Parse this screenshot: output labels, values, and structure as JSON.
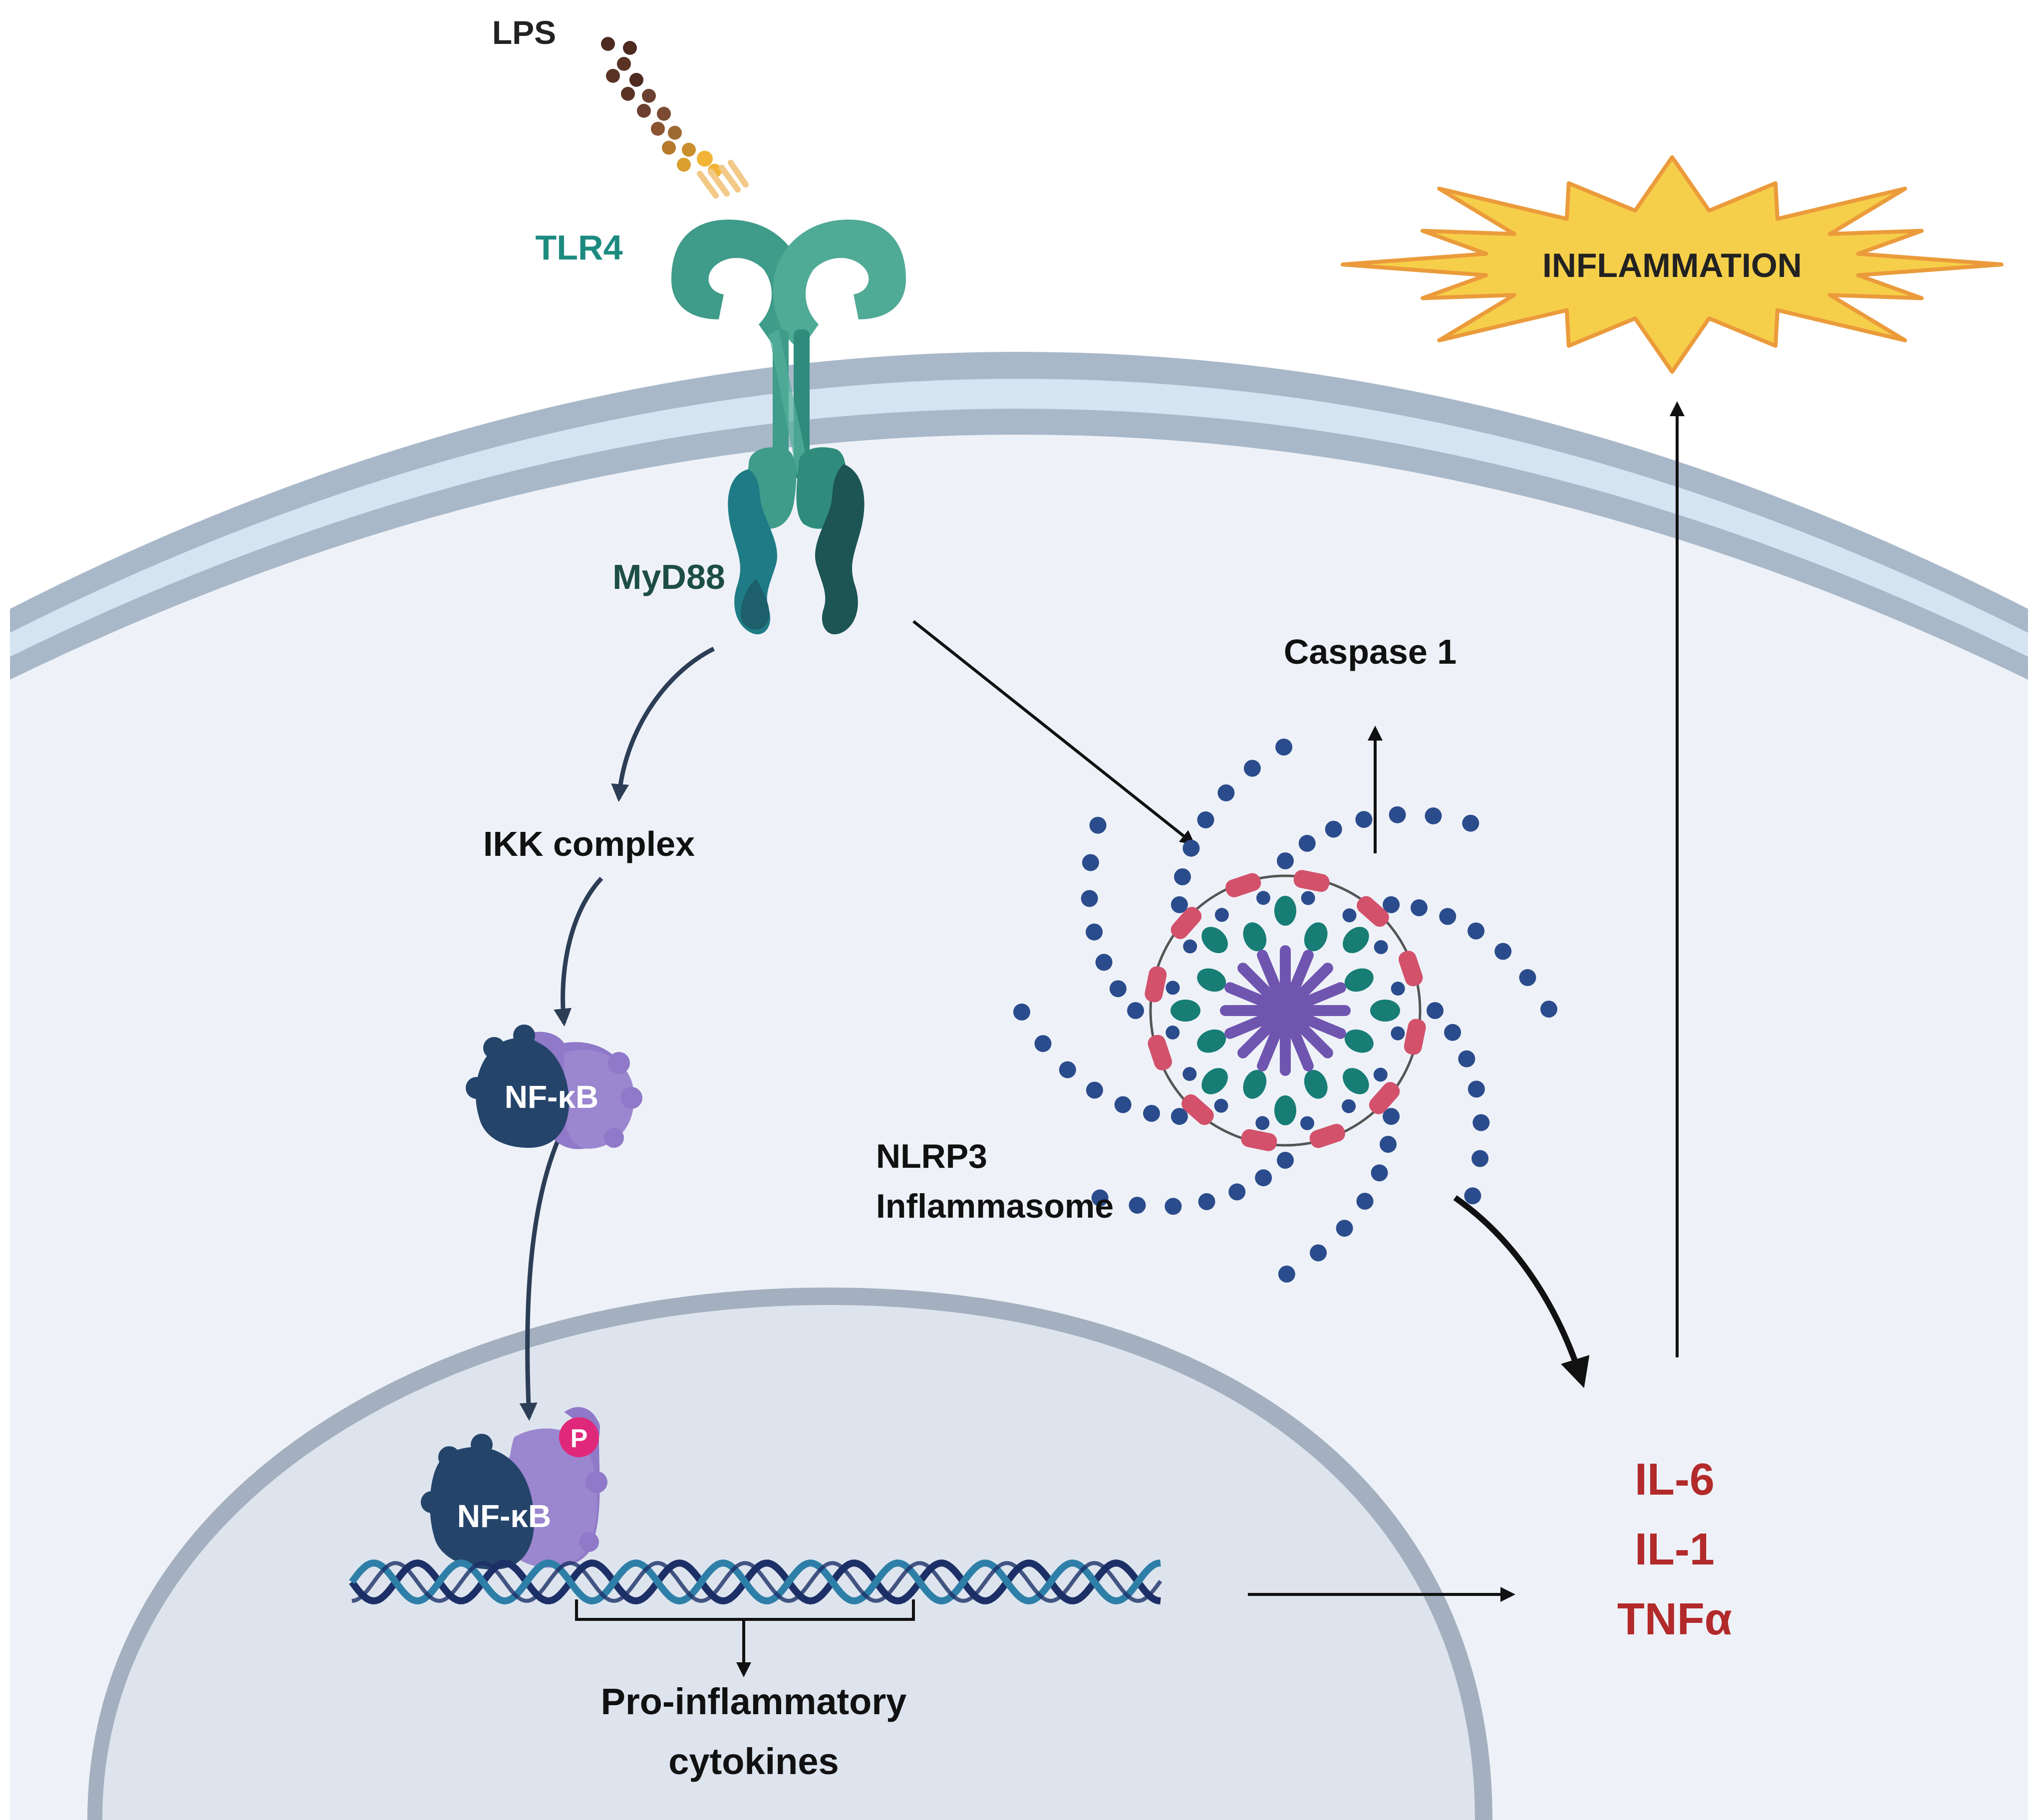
{
  "labels": {
    "lps": "LPS",
    "tlr4": "TLR4",
    "myd88": "MyD88",
    "ikk": "IKK complex",
    "nfkb_cyto": "NF-κB",
    "nfkb_nuc": "NF-κB",
    "phospho": "P",
    "caspase": "Caspase 1",
    "nlrp3_line1": "NLRP3",
    "nlrp3_line2": "Inflammasome",
    "inflammation": "INFLAMMATION",
    "procyto_line1": "Pro-inflammatory",
    "procyto_line2": "cytokines",
    "cyto_il6": "IL-6",
    "cyto_il1": "IL-1",
    "cyto_tnf": "TNFα"
  },
  "colors": {
    "cell_fill": "#eef2f8",
    "membrane": "#a9b8c9",
    "membrane_light": "#d6e3f1",
    "nucleus_fill": "#dde4ee",
    "nucleus_border": "#a4b0bf",
    "receptor": "#3f9b8a",
    "receptor_dark": "#1f5f5a",
    "myd88": "#1f7c86",
    "myd88_dark": "#1d5555",
    "tlr4_text": "#1d8a80",
    "myd88_text": "#1d4e45",
    "lps_dark": "#4e2a20",
    "lps_mid": "#b57a2b",
    "lps_light": "#f2b437",
    "nfkb_dark": "#25446a",
    "nfkb_light": "#8f79c8",
    "phospho": "#e0287a",
    "inflamm_fill": "#f6cf4a",
    "inflamm_stroke": "#eb9b3b",
    "cytokine_text": "#b22a2a",
    "dna_dark": "#1c2f66",
    "dna_light": "#2e7fa8",
    "inflammasome_blue": "#2b4c8c",
    "inflammasome_teal": "#177d75",
    "inflammasome_pink": "#d3516b",
    "inflammasome_purple": "#6f55b0",
    "arrow_dark": "#111111",
    "arrow_slate": "#2c3e55"
  }
}
